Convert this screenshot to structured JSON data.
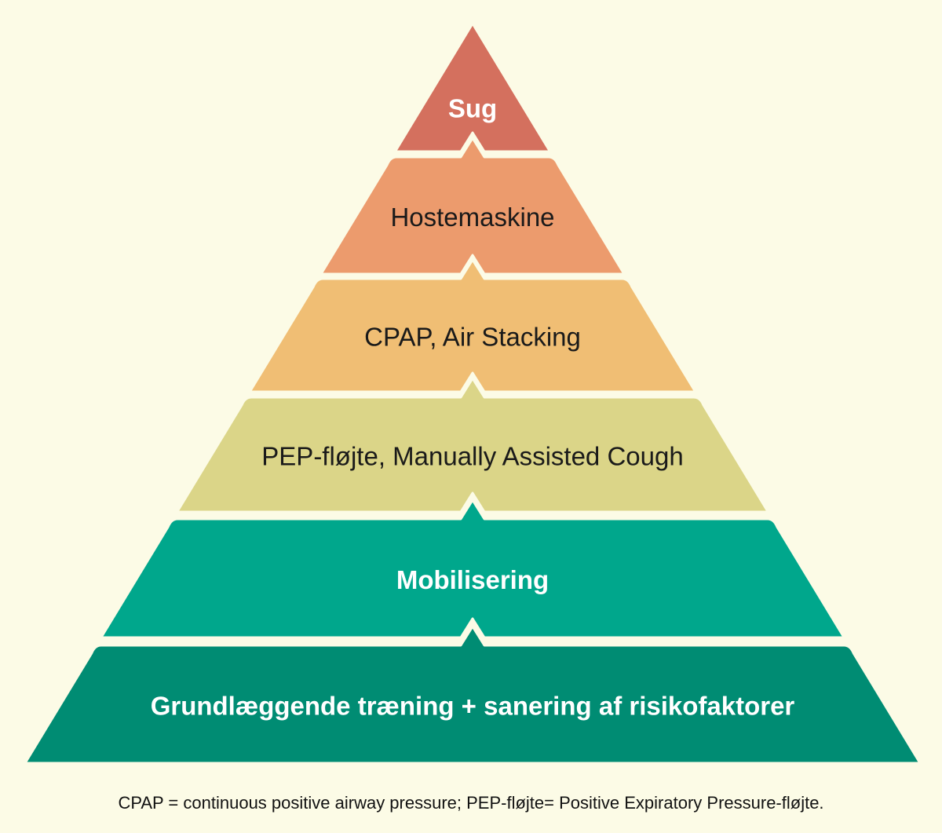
{
  "levels": [
    {
      "label": "Sug",
      "color": "#d4705e",
      "text_color": "#ffffff",
      "bold": true
    },
    {
      "label": "Hostemaskine",
      "color": "#ec9b6d",
      "text_color": "#1a1a1a",
      "bold": false
    },
    {
      "label": "CPAP, Air Stacking",
      "color": "#f0be74",
      "text_color": "#1a1a1a",
      "bold": false
    },
    {
      "label": "PEP-fløjte, Manually Assisted Cough",
      "color": "#dbd588",
      "text_color": "#1a1a1a",
      "bold": false
    },
    {
      "label": "Mobilisering",
      "color": "#00a78c",
      "text_color": "#ffffff",
      "bold": true
    },
    {
      "label": "Grundlæggende træning + sanering af risikofaktorer",
      "color": "#008c73",
      "text_color": "#ffffff",
      "bold": true
    }
  ],
  "footnote": "CPAP = continuous positive airway pressure; PEP-fløjte= Positive Expiratory Pressure-fløjte.",
  "background_color": "#fcfbe6"
}
